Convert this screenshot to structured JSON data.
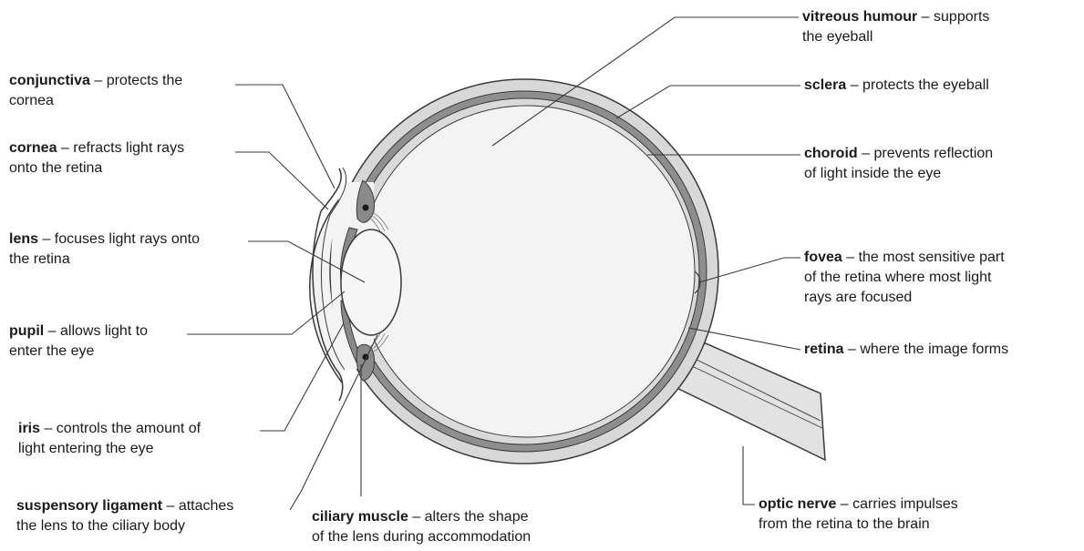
{
  "labels": {
    "conjunctiva": {
      "term": "conjunctiva",
      "text": " – protects the",
      "text2": "cornea"
    },
    "cornea": {
      "term": "cornea",
      "text": " –  refracts light rays",
      "text2": "onto the retina"
    },
    "lens": {
      "term": "lens",
      "text": " – focuses light rays onto",
      "text2": "the retina"
    },
    "pupil": {
      "term": "pupil",
      "text": " – allows light to",
      "text2": "enter the eye"
    },
    "iris": {
      "term": "iris",
      "text": " – controls the amount of",
      "text2": "light entering the eye"
    },
    "suspensory_ligament": {
      "term": "suspensory ligament",
      "text": " – attaches",
      "text2": "the lens to the ciliary body"
    },
    "ciliary_muscle": {
      "term": "ciliary muscle",
      "text": " – alters the shape",
      "text2": "of the lens during accommodation"
    },
    "vitreous_humour": {
      "term": "vitreous humour",
      "text": " –  supports",
      "text2": "the eyeball"
    },
    "sclera": {
      "term": "sclera",
      "text": " – protects the eyeball"
    },
    "choroid": {
      "term": "choroid",
      "text": " – prevents reflection",
      "text2": "of light inside the eye"
    },
    "fovea": {
      "term": "fovea",
      "text": " – the most sensitive part",
      "text2": "of the retina where most light",
      "text3": "rays are focused"
    },
    "retina": {
      "term": "retina",
      "text": " – where the image forms"
    },
    "optic_nerve": {
      "term": "optic nerve",
      "text": " – carries impulses",
      "text2": "from the retina to the brain"
    }
  },
  "colors": {
    "stroke": "#3a3a3a",
    "sclera": "#d8d8d8",
    "choroid": "#8e8e8e",
    "interior": "#f3f3f3",
    "lens": "#f6f6f6",
    "iris": "#8a8a8a",
    "nerve": "#e2e2e2",
    "text": "#1a1a1a"
  }
}
